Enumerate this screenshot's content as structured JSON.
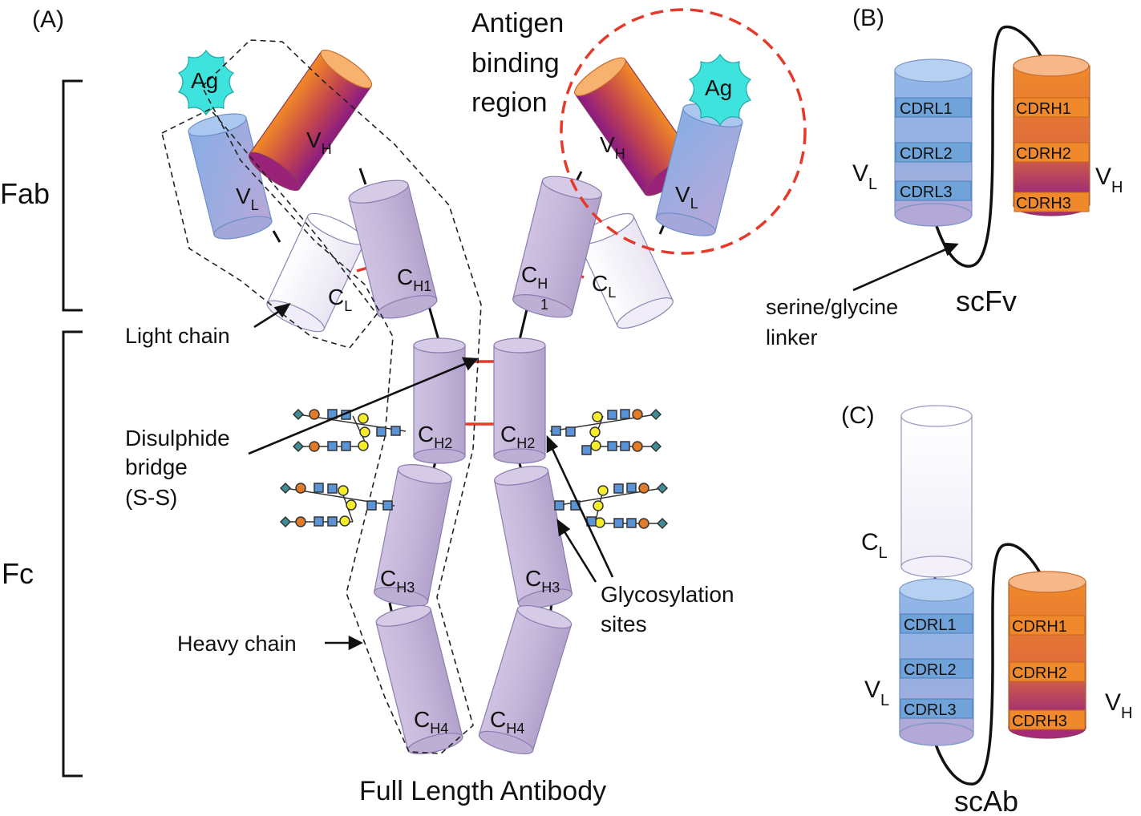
{
  "panels": {
    "a": "(A)",
    "b": "(B)",
    "c": "(C)"
  },
  "brackets": {
    "fab": "Fab",
    "fc": "Fc"
  },
  "antigen": {
    "left": "Ag",
    "right": "Ag"
  },
  "region_label": {
    "line1": "Antigen",
    "line2": "binding",
    "line3": "region"
  },
  "domains": {
    "vh": "V",
    "vh_sub": "H",
    "vl": "V",
    "vl_sub": "L",
    "cl": "C",
    "cl_sub": "L",
    "ch": "C",
    "ch1_sub": "H1",
    "ch1_right_sub": "1",
    "ch2_sub": "H2",
    "ch3_sub": "H3",
    "ch4_sub": "H4"
  },
  "annotations": {
    "light_chain": "Light chain",
    "heavy_chain": "Heavy chain",
    "disulphide_line1": "Disulphide",
    "disulphide_line2": "bridge",
    "disulphide_line3": "(S-S)",
    "glyco_line1": "Glycosylation",
    "glyco_line2": "sites",
    "full_length": "Full Length Antibody"
  },
  "scfv": {
    "name": "scFv",
    "linker_line1": "serine/glycine",
    "linker_line2": "linker",
    "cdrl": [
      "CDRL1",
      "CDRL2",
      "CDRL3"
    ],
    "cdrh": [
      "CDRH1",
      "CDRH2",
      "CDRH3"
    ]
  },
  "scab": {
    "name": "scAb",
    "cdrl": [
      "CDRL1",
      "CDRL2",
      "CDRL3"
    ],
    "cdrh": [
      "CDRH1",
      "CDRH2",
      "CDRH3"
    ]
  },
  "colors": {
    "domain_purple": "#c4b5d6",
    "variable_blue": "#8fb0df",
    "constant_light": "#f1eef8",
    "heavy_orange": "#ee8a2a",
    "heavy_magenta": "#8e1c82",
    "antigen_cyan": "#3fe3de",
    "cdr_blue": "#6fa3d9",
    "cdr_orange": "#f0892c",
    "disulphide_red": "#e53a2a",
    "region_circle_red": "#e53a2a",
    "glycan_teal": "#3f8d96",
    "glycan_orange": "#e07b2a",
    "glycan_blue": "#5b94d6",
    "glycan_yellow": "#f5ec2a"
  }
}
